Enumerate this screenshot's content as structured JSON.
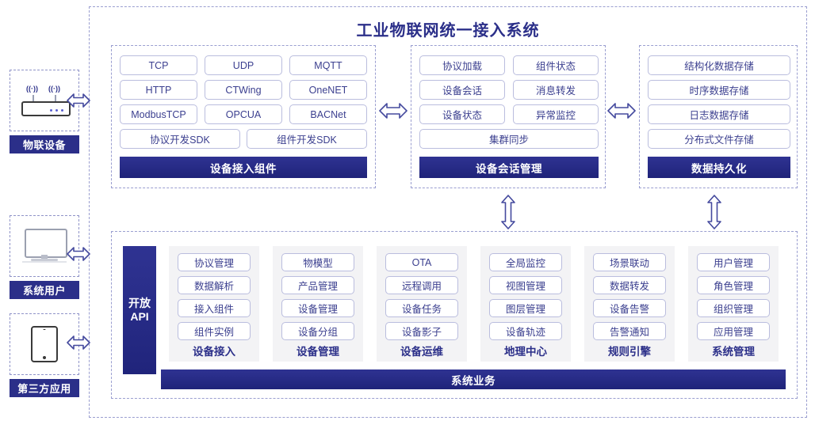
{
  "title": "工业物联网统一接入系统",
  "actors": [
    {
      "name": "iot-device",
      "label": "物联设备",
      "icon": "router-icon"
    },
    {
      "name": "system-user",
      "label": "系统用户",
      "icon": "monitor-icon"
    },
    {
      "name": "third-party-app",
      "label": "第三方应用",
      "icon": "tablet-icon"
    }
  ],
  "top_panels": [
    {
      "key": "device-access",
      "bar_label": "设备接入组件",
      "grid": [
        "TCP",
        "UDP",
        "MQTT",
        "HTTP",
        "CTWing",
        "OneNET",
        "ModbusTCP",
        "OPCUA",
        "BACNet"
      ],
      "wide": [
        "协议开发SDK",
        "组件开发SDK"
      ]
    },
    {
      "key": "device-session",
      "bar_label": "设备会话管理",
      "grid": [
        "协议加载",
        "组件状态",
        "设备会话",
        "消息转发",
        "设备状态",
        "异常监控"
      ],
      "wide": [
        "集群同步"
      ]
    },
    {
      "key": "data-persistence",
      "bar_label": "数据持久化",
      "grid": [],
      "wide": [
        "结构化数据存储",
        "时序数据存储",
        "日志数据存储",
        "分布式文件存储"
      ]
    }
  ],
  "service_area": {
    "api_label_line1": "开放",
    "api_label_line2": "API",
    "bottom_bar_label": "系统业务",
    "columns": [
      {
        "title": "设备接入",
        "items": [
          "协议管理",
          "数据解析",
          "接入组件",
          "组件实例"
        ]
      },
      {
        "title": "设备管理",
        "items": [
          "物模型",
          "产品管理",
          "设备管理",
          "设备分组"
        ]
      },
      {
        "title": "设备运维",
        "items": [
          "OTA",
          "远程调用",
          "设备任务",
          "设备影子"
        ]
      },
      {
        "title": "地理中心",
        "items": [
          "全局监控",
          "视图管理",
          "图层管理",
          "设备轨迹"
        ]
      },
      {
        "title": "规则引擎",
        "items": [
          "场景联动",
          "数据转发",
          "设备告警",
          "告警通知"
        ]
      },
      {
        "title": "系统管理",
        "items": [
          "用户管理",
          "角色管理",
          "组织管理",
          "应用管理"
        ]
      }
    ]
  },
  "arrows": [
    {
      "name": "arrow-device-to-system",
      "direction": "horizontal"
    },
    {
      "name": "arrow-user-to-system",
      "direction": "horizontal"
    },
    {
      "name": "arrow-app-to-system",
      "direction": "horizontal"
    },
    {
      "name": "arrow-access-to-session",
      "direction": "horizontal"
    },
    {
      "name": "arrow-session-to-persistence",
      "direction": "horizontal"
    },
    {
      "name": "arrow-session-to-services",
      "direction": "vertical"
    },
    {
      "name": "arrow-persistence-to-services",
      "direction": "vertical"
    }
  ],
  "colors": {
    "brand_dark": "#2b2f89",
    "dashed_border": "#9a9ed0",
    "pill_border": "#babdde",
    "column_bg": "#f3f3f5"
  }
}
